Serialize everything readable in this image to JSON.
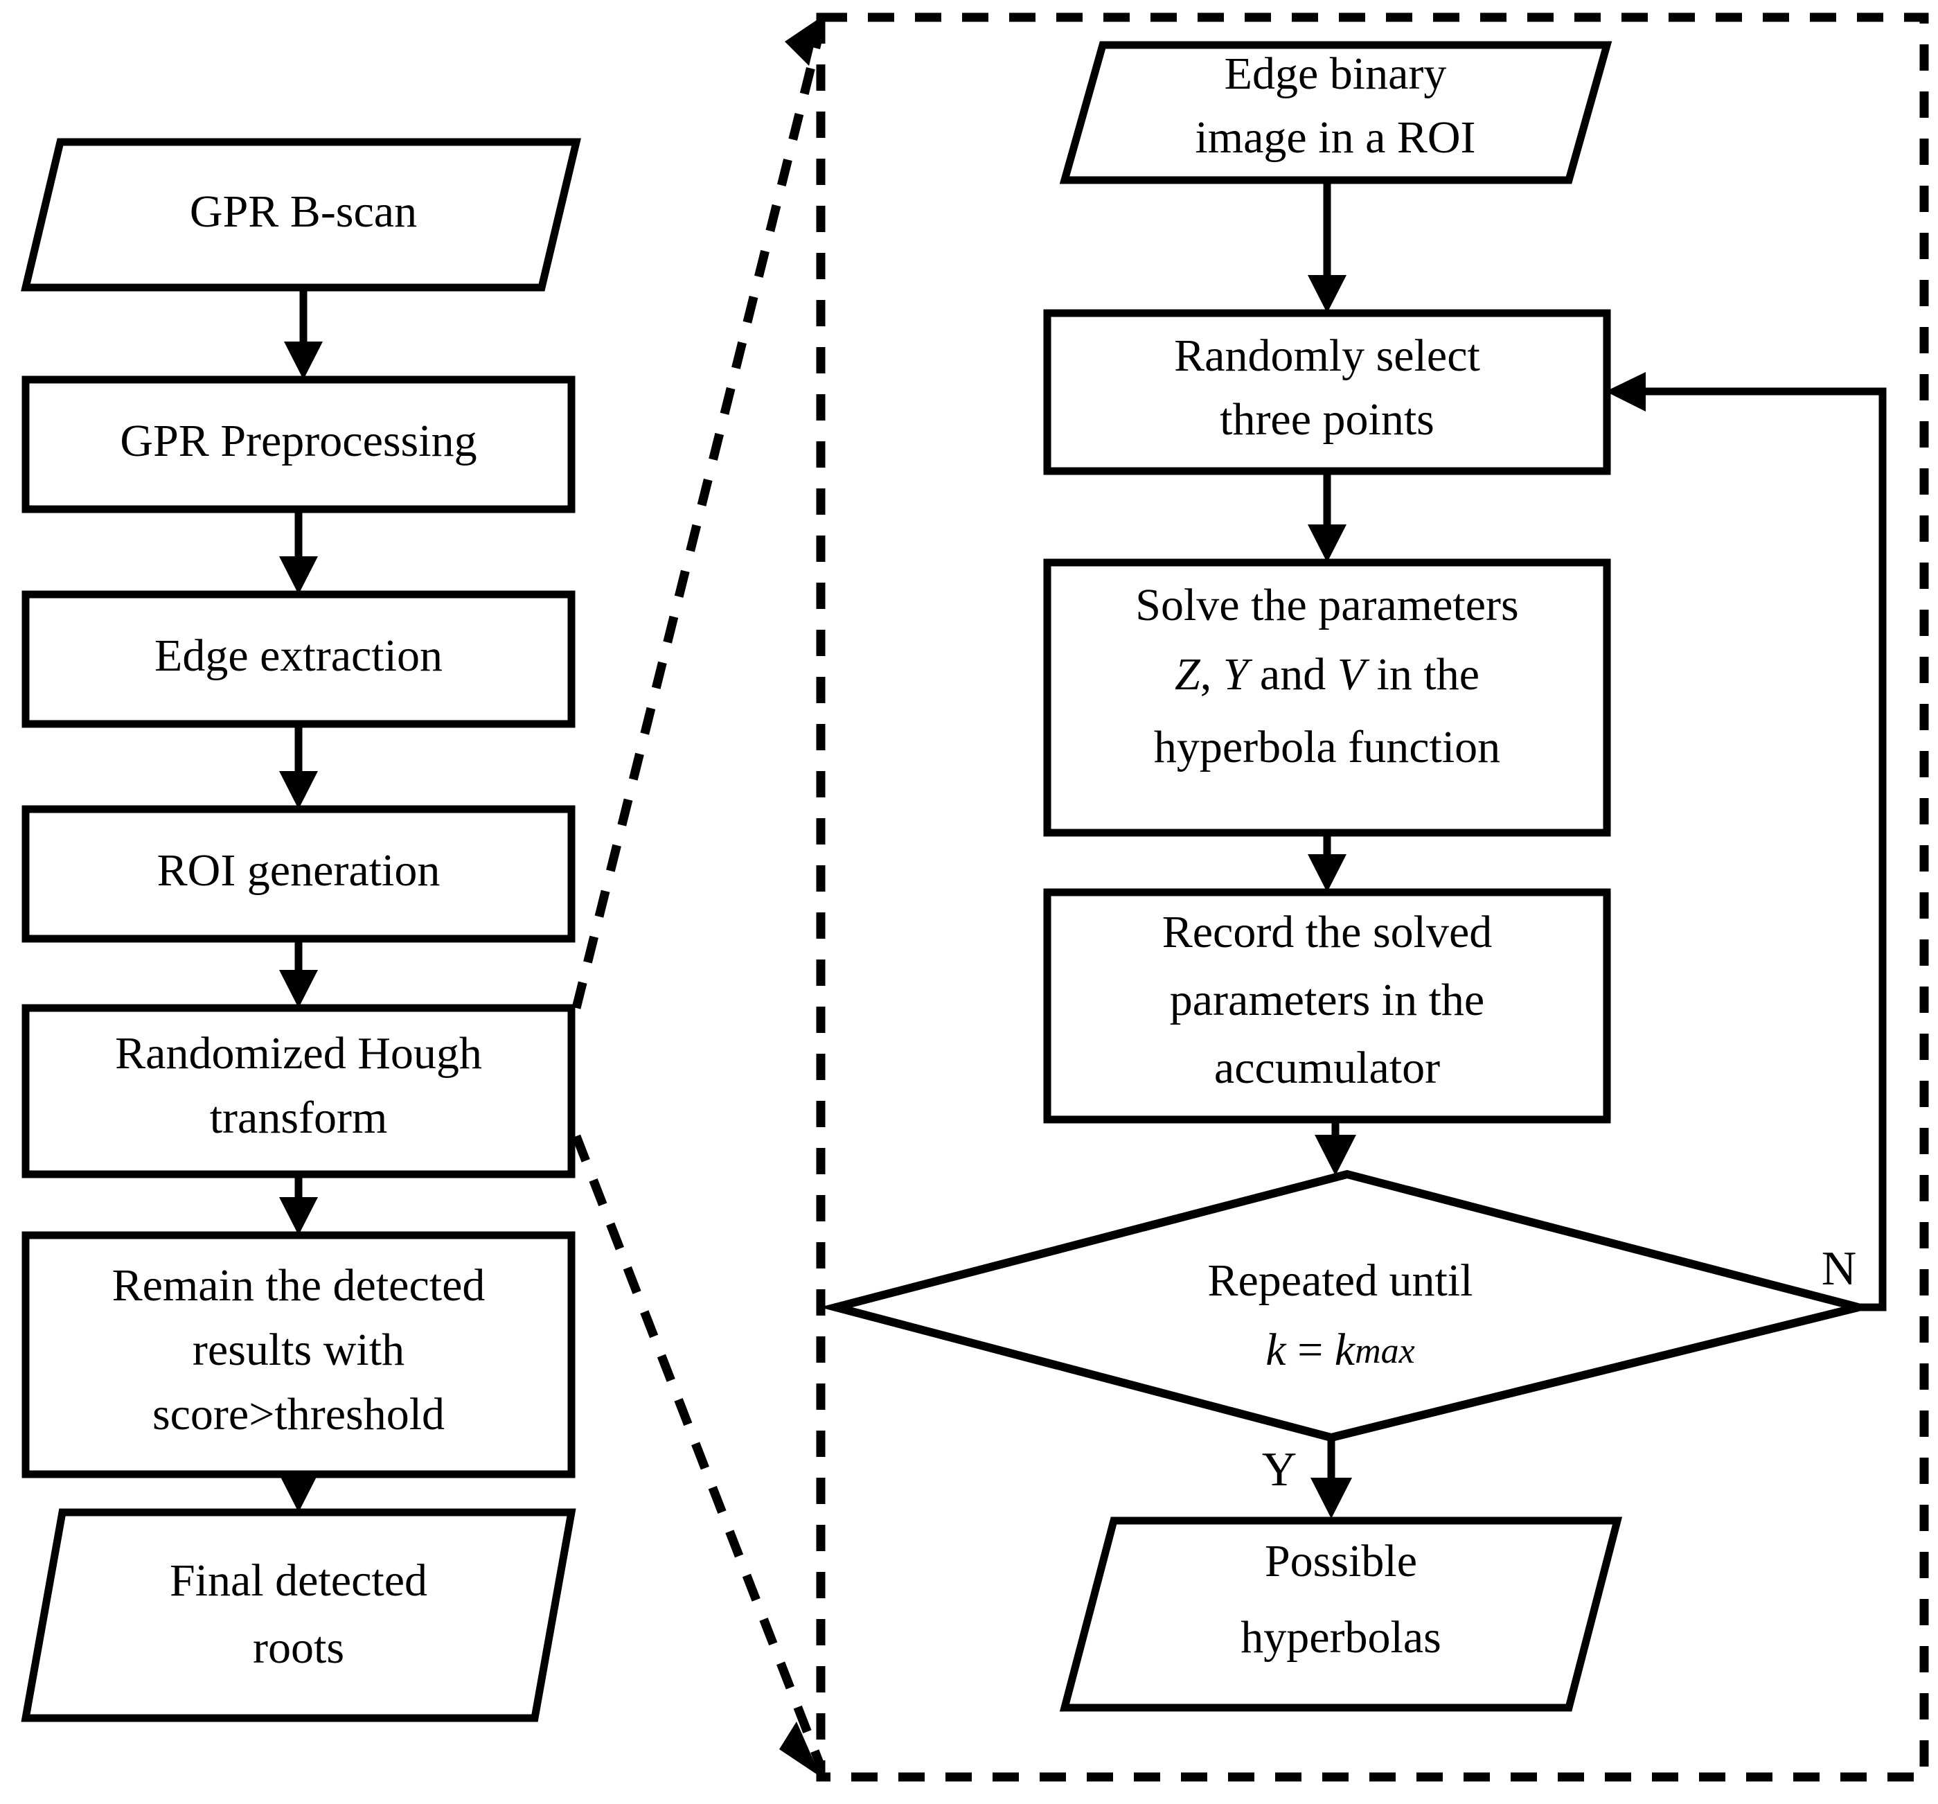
{
  "diagram": {
    "title": "GPR root detection workflow with randomized Hough transform detail",
    "colors": {
      "stroke": "#000000",
      "fill": "#ffffff",
      "background": "#ffffff"
    },
    "left_flow": {
      "nodes": [
        {
          "id": "gpr-b-scan",
          "shape": "parallelogram",
          "lines": [
            "GPR B-scan"
          ]
        },
        {
          "id": "gpr-preprocessing",
          "shape": "rectangle",
          "lines": [
            "GPR Preprocessing"
          ]
        },
        {
          "id": "edge-extraction",
          "shape": "rectangle",
          "lines": [
            "Edge extraction"
          ]
        },
        {
          "id": "roi-generation",
          "shape": "rectangle",
          "lines": [
            "ROI generation"
          ]
        },
        {
          "id": "randomized-hough",
          "shape": "rectangle",
          "lines": [
            "Randomized Hough",
            "transform"
          ]
        },
        {
          "id": "remain-results",
          "shape": "rectangle",
          "lines": [
            "Remain the detected",
            "results with",
            "score>threshold"
          ]
        },
        {
          "id": "final-roots",
          "shape": "parallelogram",
          "lines": [
            "Final detected",
            "roots"
          ]
        }
      ]
    },
    "right_flow": {
      "nodes": [
        {
          "id": "edge-binary-roi",
          "shape": "parallelogram",
          "lines": [
            "Edge binary",
            "image in a ROI"
          ]
        },
        {
          "id": "select-points",
          "shape": "rectangle",
          "lines": [
            "Randomly select",
            "three points"
          ]
        },
        {
          "id": "solve-parameters",
          "shape": "rectangle",
          "lines": [
            "Solve the parameters",
            "Z, Y and V in the",
            "hyperbola function"
          ],
          "italic_vars": [
            "Z",
            "Y",
            "V"
          ]
        },
        {
          "id": "record-parameters",
          "shape": "rectangle",
          "lines": [
            "Record the solved",
            "parameters in the",
            "accumulator"
          ]
        },
        {
          "id": "repeat-decision",
          "shape": "diamond",
          "lines": [
            "Repeated until",
            "k = kmax"
          ],
          "condition_variable": "k",
          "condition_limit": "kmax"
        },
        {
          "id": "possible-hyperbolas",
          "shape": "parallelogram",
          "lines": [
            "Possible",
            "hyperbolas"
          ]
        }
      ],
      "branch_labels": {
        "no": "N",
        "yes": "Y"
      },
      "solve_line2": {
        "var_z": "Z",
        "sep1": ", ",
        "var_y": "Y",
        "mid": " and ",
        "var_v": "V",
        "tail": " in the"
      },
      "decision_line2": {
        "var_k": "k",
        "eq": " = ",
        "var_kmax_base": "k",
        "var_kmax_sub": "max"
      }
    }
  }
}
